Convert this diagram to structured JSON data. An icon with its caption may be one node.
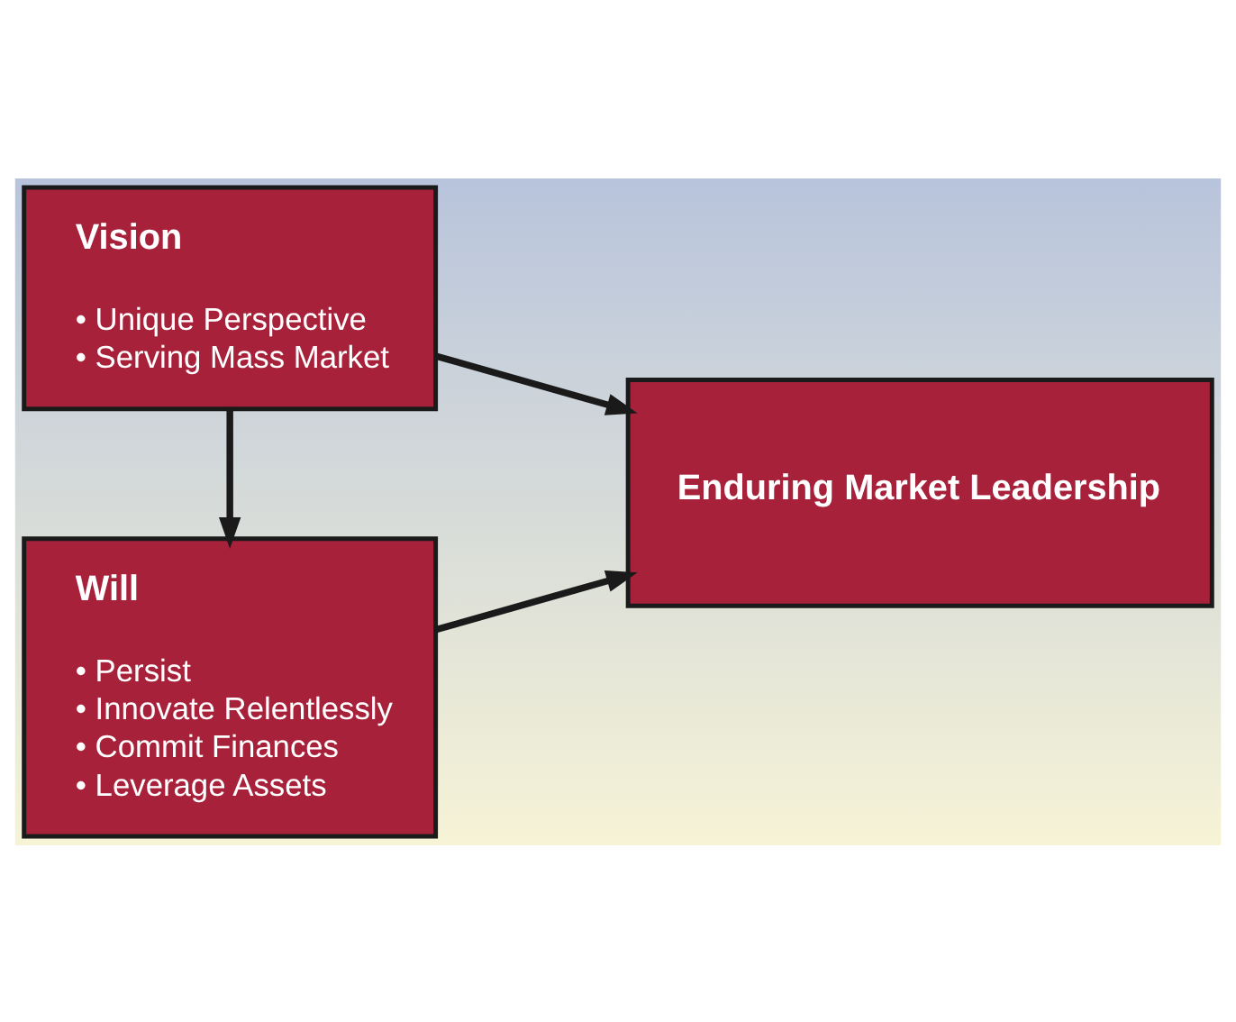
{
  "diagram": {
    "nodes": [
      {
        "text": [
          "Vision",
          "• Unique Perspective",
          "• Serving Mass Market"
        ]
      },
      {
        "text": [
          "Will",
          "• Persist",
          "• Innovate Relentlessly",
          "• Commit Finances",
          "• Leverage Assets"
        ]
      },
      {
        "text": [
          "Enduring Market Leadership"
        ]
      }
    ],
    "edges": [
      {
        "from": 0,
        "to": 2,
        "arrow": "to"
      },
      {
        "from": 0,
        "to": 1,
        "arrow": "to"
      },
      {
        "from": 1,
        "to": 2,
        "arrow": "to"
      }
    ]
  }
}
